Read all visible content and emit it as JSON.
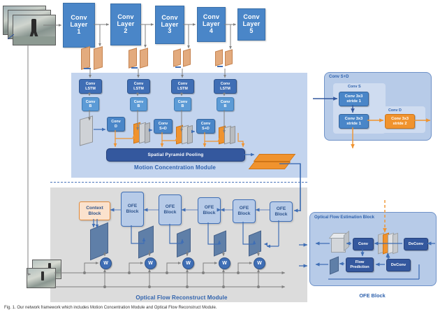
{
  "figure": {
    "caption": "Fig. 1. Our network framework which includes Motion Concentration Module and Optical Flow Reconstruct Module."
  },
  "backbone": {
    "layers": [
      {
        "name": "Conv Layer 1",
        "line1": "Conv",
        "line2": "Layer",
        "line3": "1"
      },
      {
        "name": "Conv Layer 2",
        "line1": "Conv",
        "line2": "Layer",
        "line3": "2"
      },
      {
        "name": "Conv Layer 3",
        "line1": "Conv",
        "line2": "Layer",
        "line3": "3"
      },
      {
        "name": "Conv Layer 4",
        "line1": "Conv",
        "line2": "Layer",
        "line3": "4"
      },
      {
        "name": "Conv Layer 5",
        "line1": "Conv",
        "line2": "Layer",
        "line3": "5"
      }
    ]
  },
  "motion_concentration_module": {
    "title": "Motion Concentration Module",
    "lstm_label_line1": "Conv",
    "lstm_label_line2": "LSTM",
    "convb_line1": "Conv",
    "convb_line2": "B",
    "branches": [
      {
        "lstm1": "Conv",
        "lstm2": "LSTM",
        "b1": "Conv",
        "b2": "B"
      },
      {
        "lstm1": "Conv",
        "lstm2": "LSTM",
        "b1": "Conv",
        "b2": "B"
      },
      {
        "lstm1": "Conv",
        "lstm2": "LSTM",
        "b1": "Conv",
        "b2": "B"
      },
      {
        "lstm1": "Conv",
        "lstm2": "LSTM",
        "b1": "Conv",
        "b2": "B"
      }
    ],
    "fusion_ops": [
      {
        "line1": "Conv",
        "line2": "D"
      },
      {
        "line1": "Conv",
        "line2": "S+D"
      },
      {
        "line1": "Conv",
        "line2": "S+D"
      }
    ],
    "spp_label": "Spatial Pyramid Pooling"
  },
  "optical_flow_reconstruct_module": {
    "title": "Optical Flow  Reconstruct Module",
    "context_block_line1": "Context",
    "context_block_line2": "Block",
    "ofe_blocks": [
      {
        "line1": "OFE",
        "line2": "Block"
      },
      {
        "line1": "OFE",
        "line2": "Block"
      },
      {
        "line1": "OFE",
        "line2": "Block"
      },
      {
        "line1": "OFE",
        "line2": "Block"
      },
      {
        "line1": "OFE",
        "line2": "Block"
      }
    ],
    "warp_nodes": [
      "W",
      "W",
      "W",
      "W",
      "W"
    ]
  },
  "conv_sd_detail": {
    "outer_label": "Conv S+D",
    "convs_label": "Conv S",
    "convd_label": "Conv D",
    "blocks": [
      {
        "line1": "Conv 3x3",
        "line2": "stride 1"
      },
      {
        "line1": "Conv 3x3",
        "line2": "stride 1"
      },
      {
        "line1": "Conv 3x3",
        "line2": "stride 2"
      }
    ]
  },
  "ofe_detail": {
    "panel_label": "Optical Flow Estimation Block",
    "caption": "OFE Block",
    "conv_label": "Conv",
    "flow_prediction_line1": "Flow",
    "flow_prediction_line2": "Prediction",
    "deconv_top": "DeConv",
    "deconv_bottom": "DeConv"
  },
  "colors": {
    "conv_layer_blue": "#4a86c8",
    "deep_blue": "#34589e",
    "panel_blue": "#c3d4ee",
    "panel_gray": "#dcdcdc",
    "orange": "#f0932e",
    "feature_tan": "#e8b48a",
    "slab_gray": "#b9bcc0",
    "context_peach": "#fbe2cd",
    "line_gray": "#808080",
    "title_blue": "#2f62ad"
  }
}
